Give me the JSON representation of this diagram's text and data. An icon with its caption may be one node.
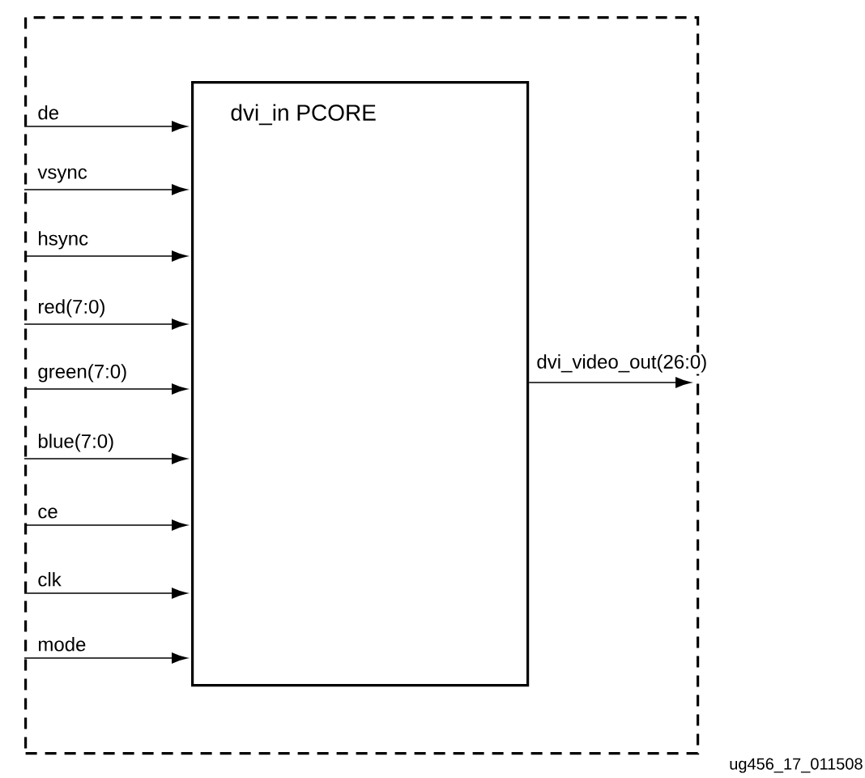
{
  "diagram": {
    "nodes": [
      {
        "text": [],
        "shape": "box"
      },
      {
        "text": [
          "dvi_in PCORE"
        ],
        "in": 0
      }
    ],
    "edges": [
      {
        "from": null,
        "to": 1,
        "arrow": "to",
        "label": "de"
      },
      {
        "from": null,
        "to": 1,
        "arrow": "to",
        "label": "vsync"
      },
      {
        "from": null,
        "to": 1,
        "arrow": "to",
        "label": "hsync"
      },
      {
        "from": null,
        "to": 1,
        "arrow": "to",
        "label": "red(7:0)"
      },
      {
        "from": null,
        "to": 1,
        "arrow": "to",
        "label": "green(7:0)"
      },
      {
        "from": null,
        "to": 1,
        "arrow": "to",
        "label": "blue(7:0)"
      },
      {
        "from": null,
        "to": 1,
        "arrow": "to",
        "label": "ce"
      },
      {
        "from": null,
        "to": 1,
        "arrow": "to",
        "label": "clk"
      },
      {
        "from": null,
        "to": 1,
        "arrow": "to",
        "label": "mode"
      },
      {
        "from": 1,
        "to": null,
        "arrow": "to",
        "label": "dvi_video_out(26:0)"
      }
    ],
    "labels": [
      "ug456_17_011508"
    ]
  }
}
